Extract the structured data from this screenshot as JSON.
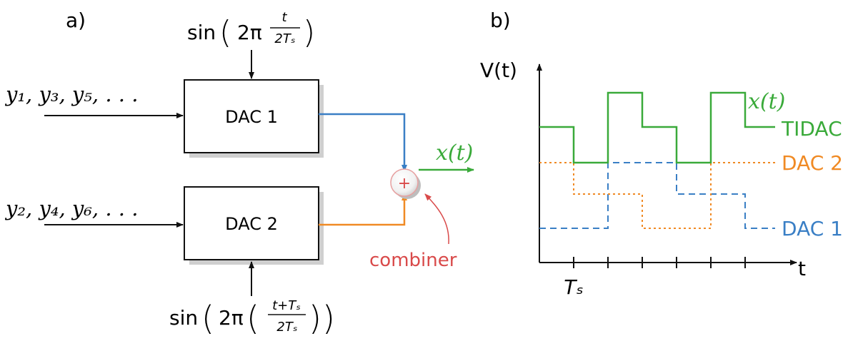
{
  "panel_a": {
    "label": "a)",
    "dac1_label": "DAC 1",
    "dac2_label": "DAC 2",
    "input_top": "y₁, y₃, y₅, . . .",
    "input_bottom": "y₂, y₄, y₆, . . .",
    "clock_top": {
      "func": "sin",
      "two_pi": "2π",
      "num": "t",
      "den": "2Tₛ"
    },
    "clock_bottom": {
      "func": "sin",
      "two_pi": "2π",
      "num": "t+Tₛ",
      "den": "2Tₛ"
    },
    "combiner_symbol": "+",
    "combiner_label": "combiner",
    "output_label": "x(t)"
  },
  "panel_b": {
    "label": "b)",
    "y_axis_label": "V(t)",
    "x_axis_label": "t",
    "tick_label": "Tₛ",
    "output_label": "x(t)",
    "series_labels": {
      "tidac": "TIDAC",
      "dac2": "DAC 2",
      "dac1": "DAC 1"
    }
  },
  "colors": {
    "dac1": "#3a7fc5",
    "dac2": "#f08a24",
    "tidac": "#3aaa3a",
    "combiner": "#d94a4a",
    "line": "#111111"
  }
}
